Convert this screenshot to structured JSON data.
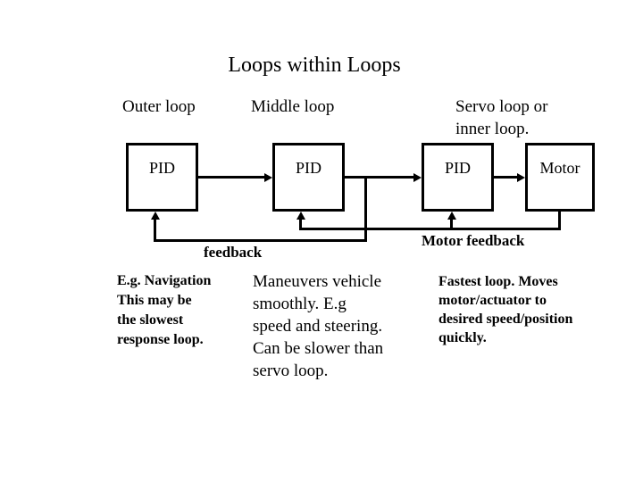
{
  "slide": {
    "title": "Loops within Loops",
    "loop_labels": {
      "outer": "Outer loop",
      "middle": "Middle loop",
      "servo": "Servo loop or\ninner loop."
    },
    "boxes": {
      "pid_outer": "PID",
      "pid_middle": "PID",
      "pid_inner": "PID",
      "motor": "Motor"
    },
    "feedback_labels": {
      "outer": "feedback",
      "motor": "Motor feedback"
    },
    "notes": {
      "outer": "E.g. Navigation\nThis may be\nthe slowest\nresponse loop.",
      "middle": "Maneuvers vehicle\nsmoothly.  E.g\nspeed and steering.\nCan be slower than\nservo loop.",
      "servo": "Fastest loop.  Moves\nmotor/actuator to\ndesired speed/position\nquickly."
    },
    "colors": {
      "ink": "#000000",
      "background": "#ffffff"
    }
  }
}
